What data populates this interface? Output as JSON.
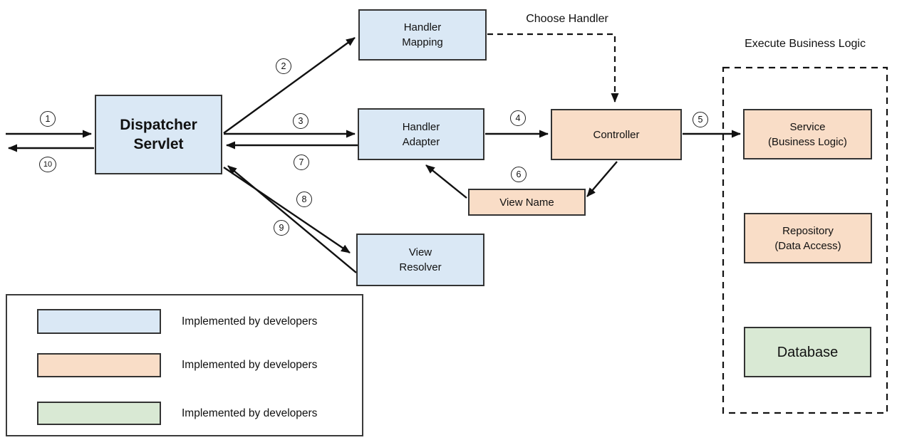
{
  "diagram": {
    "nodes": {
      "dispatcher_servlet": "Dispatcher\nServlet",
      "handler_mapping": "Handler\nMapping",
      "handler_adapter": "Handler\nAdapter",
      "controller": "Controller",
      "view_name": "View Name",
      "view_resolver": "View\nResolver",
      "service": "Service\n(Business Logic)",
      "repository": "Repository\n(Data Access)",
      "database": "Database"
    },
    "labels": {
      "choose_handler": "Choose Handler",
      "execute_business_logic": "Execute Business Logic"
    },
    "steps": [
      "1",
      "2",
      "3",
      "4",
      "5",
      "6",
      "7",
      "8",
      "9",
      "10"
    ],
    "legend": {
      "items": [
        {
          "color": "#dae8f5",
          "label": "Implemented by developers"
        },
        {
          "color": "#f9ddc7",
          "label": "Implemented by developers"
        },
        {
          "color": "#d9e9d4",
          "label": "Implemented by developers"
        }
      ]
    },
    "colors": {
      "box_blue": "#dae8f5",
      "box_peach": "#f9ddc7",
      "box_green": "#d9e9d4",
      "border": "#333333",
      "arrow": "#111111"
    }
  }
}
